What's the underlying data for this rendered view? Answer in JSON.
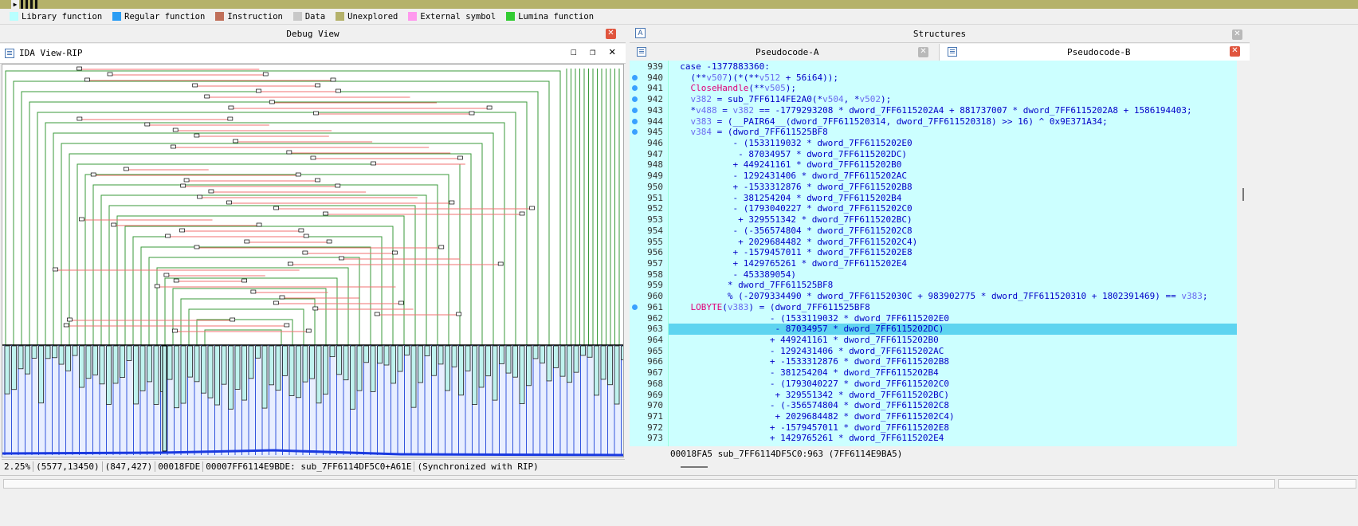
{
  "legend": [
    {
      "label": "Library function",
      "color": "#b8ffff"
    },
    {
      "label": "Regular function",
      "color": "#2a9df4"
    },
    {
      "label": "Instruction",
      "color": "#c0705a"
    },
    {
      "label": "Data",
      "color": "#c8c8c8"
    },
    {
      "label": "Unexplored",
      "color": "#b5b26b"
    },
    {
      "label": "External symbol",
      "color": "#ff99ee"
    },
    {
      "label": "Lumina function",
      "color": "#33cc33"
    }
  ],
  "debug_view": {
    "title": "Debug View"
  },
  "ida_view": {
    "title": "IDA View-RIP"
  },
  "structures": {
    "title": "Structures",
    "icon_letter": "A"
  },
  "tabs": {
    "a": "Pseudocode-A",
    "b": "Pseudocode-B"
  },
  "left_status": {
    "zoom": "2.25%",
    "coords": "(5577,13450)",
    "size": "(847,427)",
    "offset": "00018FDE",
    "address": "00007FF6114E9BDE: sub_7FF6114DF5C0+A61E",
    "sync": "(Synchronized with RIP)"
  },
  "right_status": "00018FA5 sub_7FF6114DF5C0:963 (7FF6114E9BA5)",
  "code_lines": [
    {
      "n": "939",
      "bp": false,
      "hl": false,
      "html": "<span>  case -1377883360:</span>"
    },
    {
      "n": "940",
      "bp": true,
      "hl": false,
      "html": "    (**<span class='v'>v507</span>)(*(**<span class='v'>v512</span> + 56i64));"
    },
    {
      "n": "941",
      "bp": true,
      "hl": false,
      "html": "    <span class='f'>CloseHandle</span>(**<span class='v'>v505</span>);"
    },
    {
      "n": "942",
      "bp": true,
      "hl": false,
      "html": "    <span class='v'>v382</span> = sub_7FF6114FE2A0(*<span class='v'>v504</span>, *<span class='v'>v502</span>);"
    },
    {
      "n": "943",
      "bp": true,
      "hl": false,
      "html": "    *<span class='v'>v488</span> = <span class='v'>v382</span> == -1779293208 * dword_7FF6115202A4 + 881737007 * dword_7FF6115202A8 + 1586194403;"
    },
    {
      "n": "944",
      "bp": true,
      "hl": false,
      "html": "    <span class='v'>v383</span> = (__PAIR64__(dword_7FF611520314, dword_7FF611520318) >> 16) ^ 0x9E371A34;"
    },
    {
      "n": "945",
      "bp": true,
      "hl": false,
      "html": "    <span class='v'>v384</span> = (dword_7FF611525BF8"
    },
    {
      "n": "946",
      "bp": false,
      "hl": false,
      "html": "            - (1533119032 * dword_7FF6115202E0"
    },
    {
      "n": "947",
      "bp": false,
      "hl": false,
      "html": "             - 87034957 * dword_7FF6115202DC)"
    },
    {
      "n": "948",
      "bp": false,
      "hl": false,
      "html": "            + 449241161 * dword_7FF6115202B0"
    },
    {
      "n": "949",
      "bp": false,
      "hl": false,
      "html": "            - 1292431406 * dword_7FF6115202AC"
    },
    {
      "n": "950",
      "bp": false,
      "hl": false,
      "html": "            + -1533312876 * dword_7FF6115202B8"
    },
    {
      "n": "951",
      "bp": false,
      "hl": false,
      "html": "            - 381254204 * dword_7FF6115202B4"
    },
    {
      "n": "952",
      "bp": false,
      "hl": false,
      "html": "            - (1793040227 * dword_7FF6115202C0"
    },
    {
      "n": "953",
      "bp": false,
      "hl": false,
      "html": "             + 329551342 * dword_7FF6115202BC)"
    },
    {
      "n": "954",
      "bp": false,
      "hl": false,
      "html": "            - (-356574804 * dword_7FF6115202C8"
    },
    {
      "n": "955",
      "bp": false,
      "hl": false,
      "html": "             + 2029684482 * dword_7FF6115202C4)"
    },
    {
      "n": "956",
      "bp": false,
      "hl": false,
      "html": "            + -1579457011 * dword_7FF6115202E8"
    },
    {
      "n": "957",
      "bp": false,
      "hl": false,
      "html": "            + 1429765261 * dword_7FF6115202E4"
    },
    {
      "n": "958",
      "bp": false,
      "hl": false,
      "html": "            - 453389054)"
    },
    {
      "n": "959",
      "bp": false,
      "hl": false,
      "html": "           * dword_7FF611525BF8"
    },
    {
      "n": "960",
      "bp": false,
      "hl": false,
      "html": "           % (-2079334490 * dword_7FF61152030C + 983902775 * dword_7FF611520310 + 1802391469) == <span class='v'>v383</span>;"
    },
    {
      "n": "961",
      "bp": true,
      "hl": false,
      "html": "    <span class='f'>LOBYTE</span>(<span class='v'>v383</span>) = (dword_7FF611525BF8"
    },
    {
      "n": "962",
      "bp": false,
      "hl": false,
      "html": "                   - (1533119032 * dword_7FF6115202E0"
    },
    {
      "n": "963",
      "bp": false,
      "hl": true,
      "html": "                    - 87034957 * dword_7FF6115202DC)"
    },
    {
      "n": "964",
      "bp": false,
      "hl": false,
      "html": "                   + 449241161 * dword_7FF6115202B0"
    },
    {
      "n": "965",
      "bp": false,
      "hl": false,
      "html": "                   - 1292431406 * dword_7FF6115202AC"
    },
    {
      "n": "966",
      "bp": false,
      "hl": false,
      "html": "                   + -1533312876 * dword_7FF6115202B8"
    },
    {
      "n": "967",
      "bp": false,
      "hl": false,
      "html": "                   - 381254204 * dword_7FF6115202B4"
    },
    {
      "n": "968",
      "bp": false,
      "hl": false,
      "html": "                   - (1793040227 * dword_7FF6115202C0"
    },
    {
      "n": "969",
      "bp": false,
      "hl": false,
      "html": "                    + 329551342 * dword_7FF6115202BC)"
    },
    {
      "n": "970",
      "bp": false,
      "hl": false,
      "html": "                   - (-356574804 * dword_7FF6115202C8"
    },
    {
      "n": "971",
      "bp": false,
      "hl": false,
      "html": "                    + 2029684482 * dword_7FF6115202C4)"
    },
    {
      "n": "972",
      "bp": false,
      "hl": false,
      "html": "                   + -1579457011 * dword_7FF6115202E8"
    },
    {
      "n": "973",
      "bp": false,
      "hl": false,
      "html": "                   + 1429765261 * dword_7FF6115202E4"
    }
  ]
}
